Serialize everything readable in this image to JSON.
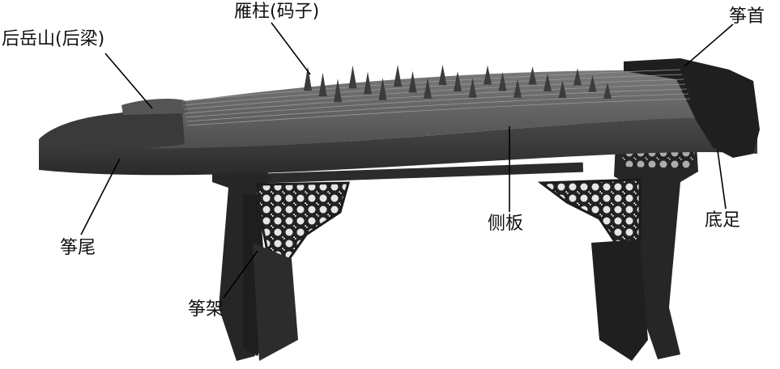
{
  "labels": {
    "back_bridge": "后岳山(后梁)",
    "bridges": "雁柱(码子)",
    "head": "筝首",
    "tail": "筝尾",
    "stand": "筝架",
    "side_board": "侧板",
    "foot": "底足"
  },
  "colors": {
    "body_dark": "#2a2a2a",
    "body_mid": "#4a4a4a",
    "body_top": "#6e6e6e",
    "side": "#3a3a3a",
    "bridge": "#3c3c3c",
    "stand": "#262626",
    "lattice": "#e8e8e8",
    "leader": "#000000"
  }
}
